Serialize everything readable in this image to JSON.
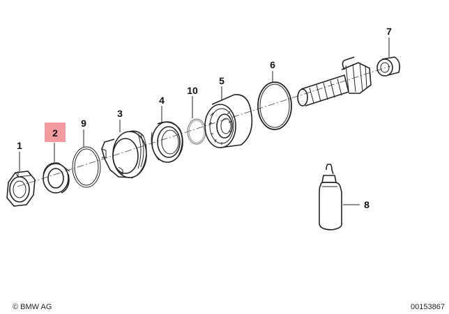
{
  "callouts": [
    {
      "id": "1",
      "label": "1"
    },
    {
      "id": "2",
      "label": "2",
      "highlighted": true
    },
    {
      "id": "9",
      "label": "9"
    },
    {
      "id": "3",
      "label": "3"
    },
    {
      "id": "4",
      "label": "4"
    },
    {
      "id": "10",
      "label": "10"
    },
    {
      "id": "5",
      "label": "5"
    },
    {
      "id": "6",
      "label": "6"
    },
    {
      "id": "7",
      "label": "7"
    },
    {
      "id": "8",
      "label": "8"
    }
  ],
  "footer": {
    "copyright": "© BMW AG",
    "diagram_number": "00153867"
  },
  "colors": {
    "highlight": "#f29aa0",
    "line": "#222222",
    "thin_line": "#999999"
  }
}
